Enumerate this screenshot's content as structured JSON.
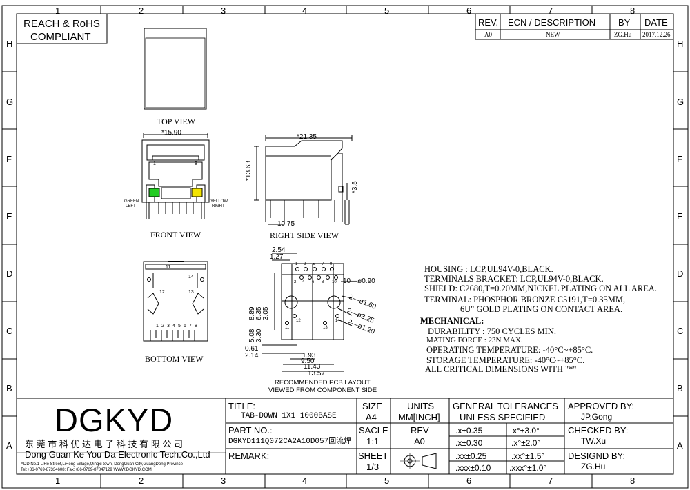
{
  "zones": {
    "columns": [
      "1",
      "2",
      "3",
      "4",
      "5",
      "6",
      "7",
      "8"
    ],
    "rows": [
      "H",
      "G",
      "F",
      "E",
      "D",
      "C",
      "B",
      "A"
    ]
  },
  "compliance": {
    "line1": "REACH & RoHS",
    "line2": "COMPLIANT"
  },
  "revision_table": {
    "headers": [
      "REV.",
      "ECN / DESCRIPTION",
      "BY",
      "DATE"
    ],
    "rows": [
      {
        "rev": "A0",
        "description": "NEW",
        "by": "ZG.Hu",
        "date": "2017.12.26"
      }
    ]
  },
  "views": {
    "top": "TOP VIEW",
    "front": "FRONT VIEW",
    "right_side": "RIGHT SIDE VIEW",
    "bottom": "BOTTOM VIEW",
    "pcb_layout_line1": "RECOMMENDED PCB LAYOUT",
    "pcb_layout_line2": "VIEWED FROM COMPONENT SIDE"
  },
  "front_view_labels": {
    "width_dim": "*15.90",
    "left_led_color": "GREEN",
    "left_led_side": "LEFT",
    "right_led_color": "YELLOW",
    "right_led_side": "RIGHT",
    "pin1": "1",
    "pin8": "8",
    "led_left_color_hex": "#22cc22",
    "led_right_color_hex": "#f2e400"
  },
  "side_view_dims": {
    "length": "*21.35",
    "height": "*13.63",
    "standoff": "*3.5",
    "offset": "10.75"
  },
  "bottom_view_pins": {
    "top_pins": [
      "11",
      "12"
    ],
    "side_pins": [
      "14",
      "13"
    ],
    "bottom_pins": [
      "1",
      "2",
      "3",
      "4",
      "5",
      "6",
      "7",
      "8"
    ]
  },
  "pcb_layout": {
    "top_dims": [
      "2.54",
      "1.27"
    ],
    "pin_numbers_top": [
      "1",
      "3",
      "5",
      "7",
      "9"
    ],
    "pin_numbers_bottom": [
      "2",
      "4",
      "6",
      "8",
      "10"
    ],
    "side_pins": [
      "11",
      "12",
      "13",
      "14"
    ],
    "hole_callouts": [
      "10—ø0.90",
      "2—ø1.60",
      "2—ø3.25",
      "2—ø1.20"
    ],
    "left_dims": [
      "8.89",
      "6.35",
      "3.05",
      "5.08",
      "3.30",
      "0.61",
      "2.14"
    ],
    "bottom_dims": [
      "1.93",
      "9.50",
      "11.43",
      "13.57"
    ]
  },
  "specs": {
    "housing": "HOUSING : LCP,UL94V-0,BLACK.",
    "terminals_bracket": "TERMINALS BRACKET: LCP,UL94V-0,BLACK.",
    "shield": "SHIELD: C2680,T=0.20MM,NICKEL PLATING ON ALL AREA.",
    "terminal_line1": "TERMINAL: PHOSPHOR BRONZE C5191,T=0.35MM,",
    "terminal_line2": "6U\" GOLD PLATING ON CONTACT AREA.",
    "mechanical_title": "MECHANICAL:",
    "durability": "DURABILITY : 750 CYCLES MIN.",
    "mating_force": "MATING FORCE : 23N MAX.",
    "operating_temp": "OPERATING TEMPERATURE: -40°C~+85°C.",
    "storage_temp": "STORAGE TEMPERATURE: -40°C~+85°C.",
    "critical_dims": "ALL CRITICAL DIMENSIONS WITH \"*\""
  },
  "title_block": {
    "company_logo": "DGKYD",
    "company_cn": "东 莞 市 科 优 达 电 子 科 技 有 限 公 司",
    "company_en": "Dong Guan Ke You Da Electronic Tech.Co.,Ltd",
    "company_addr": "ADD:No.1 LiHe Street,LiHeng Village,Qingxi town, DongGuan City,GuangDong Province",
    "company_contact": "Tel:+86-0769-87334608; Fax:+86-0769-87847129  WWW.DGKYD.COM",
    "title_label": "TITLE:",
    "title_value": "TAB-DOWN 1X1 1000BASE",
    "part_label": "PART NO.:",
    "part_value": "DGKYD111Q072CA2A10D057回流焊",
    "remark_label": "REMARK:",
    "size_label": "SIZE",
    "size_value": "A4",
    "scale_label": "SACLE",
    "scale_value": "1:1",
    "sheet_label": "SHEET",
    "sheet_value": "1/3",
    "units_label": "UNITS",
    "units_value": "MM[INCH]",
    "rev_label": "REV",
    "rev_value": "A0",
    "tol_title1": "GENERAL TOLERANCES",
    "tol_title2": "UNLESS SPECIFIED",
    "tol_rows": [
      [
        ".x±0.35",
        "x°±3.0°"
      ],
      [
        ".x±0.30",
        ".x°±2.0°"
      ],
      [
        ".xx±0.25",
        ".xx°±1.5°"
      ],
      [
        ".xxx±0.10",
        ".xxx°±1.0°"
      ]
    ],
    "approved_label": "APPROVED BY:",
    "approved_value": "JP.Gong",
    "checked_label": "CHECKED BY:",
    "checked_value": "TW.Xu",
    "designed_label": "DESIGND BY:",
    "designed_value": "ZG.Hu"
  }
}
